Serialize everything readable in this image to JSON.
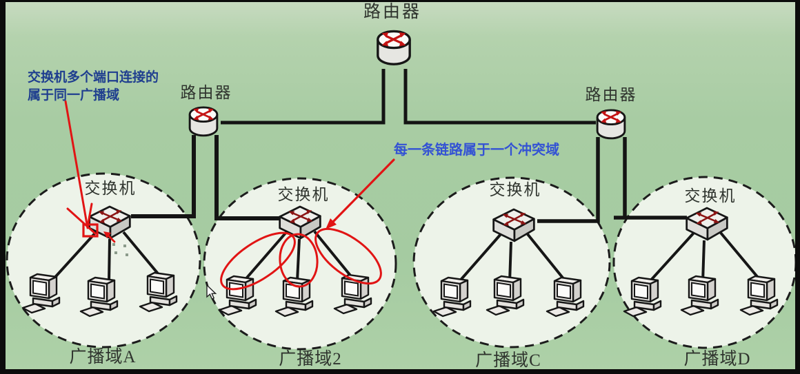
{
  "routers": [
    {
      "id": "top",
      "label": "路由器"
    },
    {
      "id": "left",
      "label": "路由器"
    },
    {
      "id": "right",
      "label": "路由器"
    }
  ],
  "broadcast_domains": [
    {
      "id": "A",
      "switch_label": "交换机",
      "domain_label": "广播域A",
      "computer_count": 3
    },
    {
      "id": "2",
      "switch_label": "交换机",
      "domain_label": "广播域2",
      "computer_count": 3
    },
    {
      "id": "C",
      "switch_label": "交换机",
      "domain_label": "广播域C",
      "computer_count": 3
    },
    {
      "id": "D",
      "switch_label": "交换机",
      "domain_label": "广播域D",
      "computer_count": 3
    }
  ],
  "annotations": {
    "broadcast_note": {
      "line1": "交换机多个端口连接的",
      "line2": "属于同一广播域",
      "color": "#1f3e8f"
    },
    "collision_note": {
      "text": "每一条链路属于一个冲突域",
      "color": "#3352d4"
    }
  },
  "icons": {
    "router": "router-icon",
    "switch": "switch-icon",
    "computer": "computer-icon",
    "cursor": "mouse-cursor-icon",
    "port_highlight": "red-port-highlight-square",
    "collision_marks": "red-collision-ellipses"
  },
  "colors": {
    "background_green": "#a7cca2",
    "domain_fill": "#edf3e9",
    "link_black": "#161616",
    "annotation_red": "#e11414",
    "router_arrow_red": "#c41414",
    "switch_arrow_red": "#8c1414",
    "device_label": "#2f342e"
  }
}
